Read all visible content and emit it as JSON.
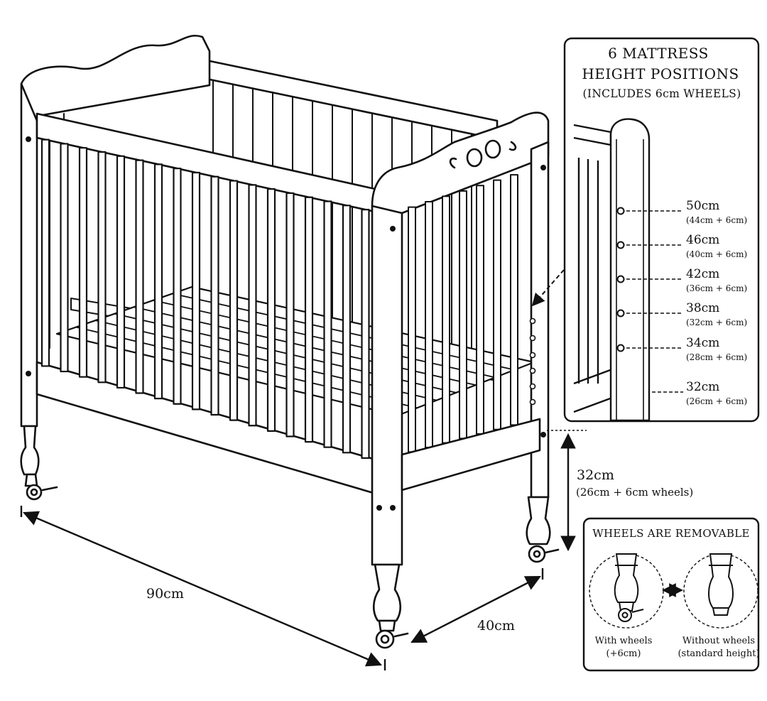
{
  "positions_panel": {
    "title_line1": "6 MATTRESS",
    "title_line2": "HEIGHT POSITIONS",
    "subtitle": "(INCLUDES 6cm WHEELS)",
    "positions": [
      {
        "label": "50cm",
        "detail": "(44cm + 6cm)"
      },
      {
        "label": "46cm",
        "detail": "(40cm + 6cm)"
      },
      {
        "label": "42cm",
        "detail": "(36cm + 6cm)"
      },
      {
        "label": "38cm",
        "detail": "(32cm + 6cm)"
      },
      {
        "label": "34cm",
        "detail": "(28cm + 6cm)"
      },
      {
        "label": "32cm",
        "detail": "(26cm + 6cm)"
      }
    ]
  },
  "dimensions": {
    "length": "90cm",
    "width": "40cm",
    "clearance": "32cm",
    "clearance_detail": "(26cm + 6cm wheels)"
  },
  "wheels_panel": {
    "title": "WHEELS ARE REMOVABLE",
    "with_line1": "With wheels",
    "with_line2": "(+6cm)",
    "without_line1": "Without wheels",
    "without_line2": "(standard height)"
  }
}
